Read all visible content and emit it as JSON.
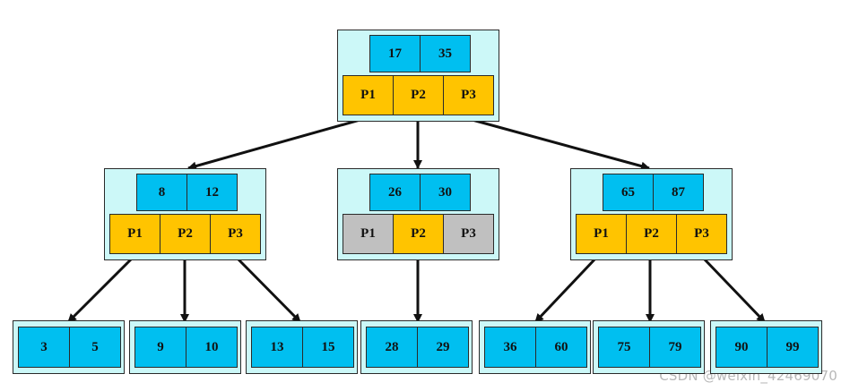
{
  "tree": {
    "root": {
      "keys": [
        "17",
        "35"
      ],
      "pointers": [
        {
          "label": "P1",
          "active": true
        },
        {
          "label": "P2",
          "active": true
        },
        {
          "label": "P3",
          "active": true
        }
      ]
    },
    "level2": [
      {
        "keys": [
          "8",
          "12"
        ],
        "pointers": [
          {
            "label": "P1",
            "active": true
          },
          {
            "label": "P2",
            "active": true
          },
          {
            "label": "P3",
            "active": true
          }
        ]
      },
      {
        "keys": [
          "26",
          "30"
        ],
        "pointers": [
          {
            "label": "P1",
            "active": false
          },
          {
            "label": "P2",
            "active": true
          },
          {
            "label": "P3",
            "active": false
          }
        ]
      },
      {
        "keys": [
          "65",
          "87"
        ],
        "pointers": [
          {
            "label": "P1",
            "active": true
          },
          {
            "label": "P2",
            "active": true
          },
          {
            "label": "P3",
            "active": true
          }
        ]
      }
    ],
    "leaves": [
      [
        "3",
        "5"
      ],
      [
        "9",
        "10"
      ],
      [
        "13",
        "15"
      ],
      [
        "28",
        "29"
      ],
      [
        "36",
        "60"
      ],
      [
        "75",
        "79"
      ],
      [
        "90",
        "99"
      ]
    ]
  },
  "watermark": "CSDN @weixin_42469070",
  "colors": {
    "node_background": "#ccf8f8",
    "key_cell": "#00bff0",
    "pointer_cell": "#ffc400",
    "inactive_pointer_cell": "#c0c0c0",
    "edge": "#111111"
  }
}
